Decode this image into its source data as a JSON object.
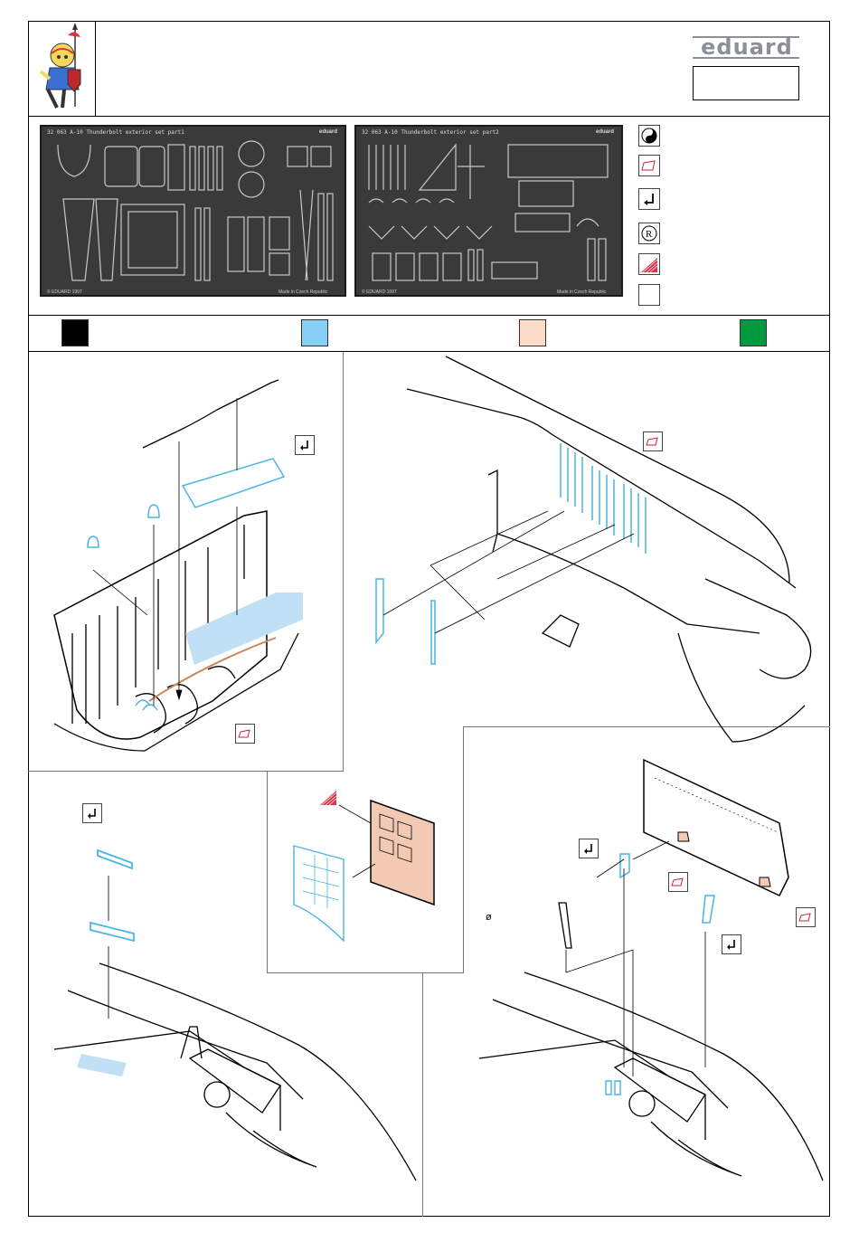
{
  "header": {
    "brand": "eduard"
  },
  "frets": [
    {
      "title": "32 063  A-10 Thunderbolt exterior set   part1",
      "brand": "eduard",
      "copyright": "© EDUARD 1997",
      "made_in": "Made in Czech Republic"
    },
    {
      "title": "32 063  A-10 Thunderbolt exterior set   part2",
      "brand": "eduard",
      "copyright": "© EDUARD 1997",
      "made_in": "Made in Czech Republic"
    }
  ],
  "legend_icons": [
    "yin-yang-icon",
    "remove-part-icon",
    "bend-icon",
    "registered-icon",
    "photoetch-sheet-icon",
    "blank-icon"
  ],
  "colors": {
    "swatches": [
      "#000000",
      "#87cef5",
      "#fadcc8",
      "#009a3e"
    ],
    "photoetch_blue": "#4ab4e6",
    "highlight_fill": "#bfe0f5",
    "flesh_fill": "#f2c9b3",
    "brand_gray": "#8a8f98"
  },
  "labels": {
    "diameter": "ø"
  }
}
